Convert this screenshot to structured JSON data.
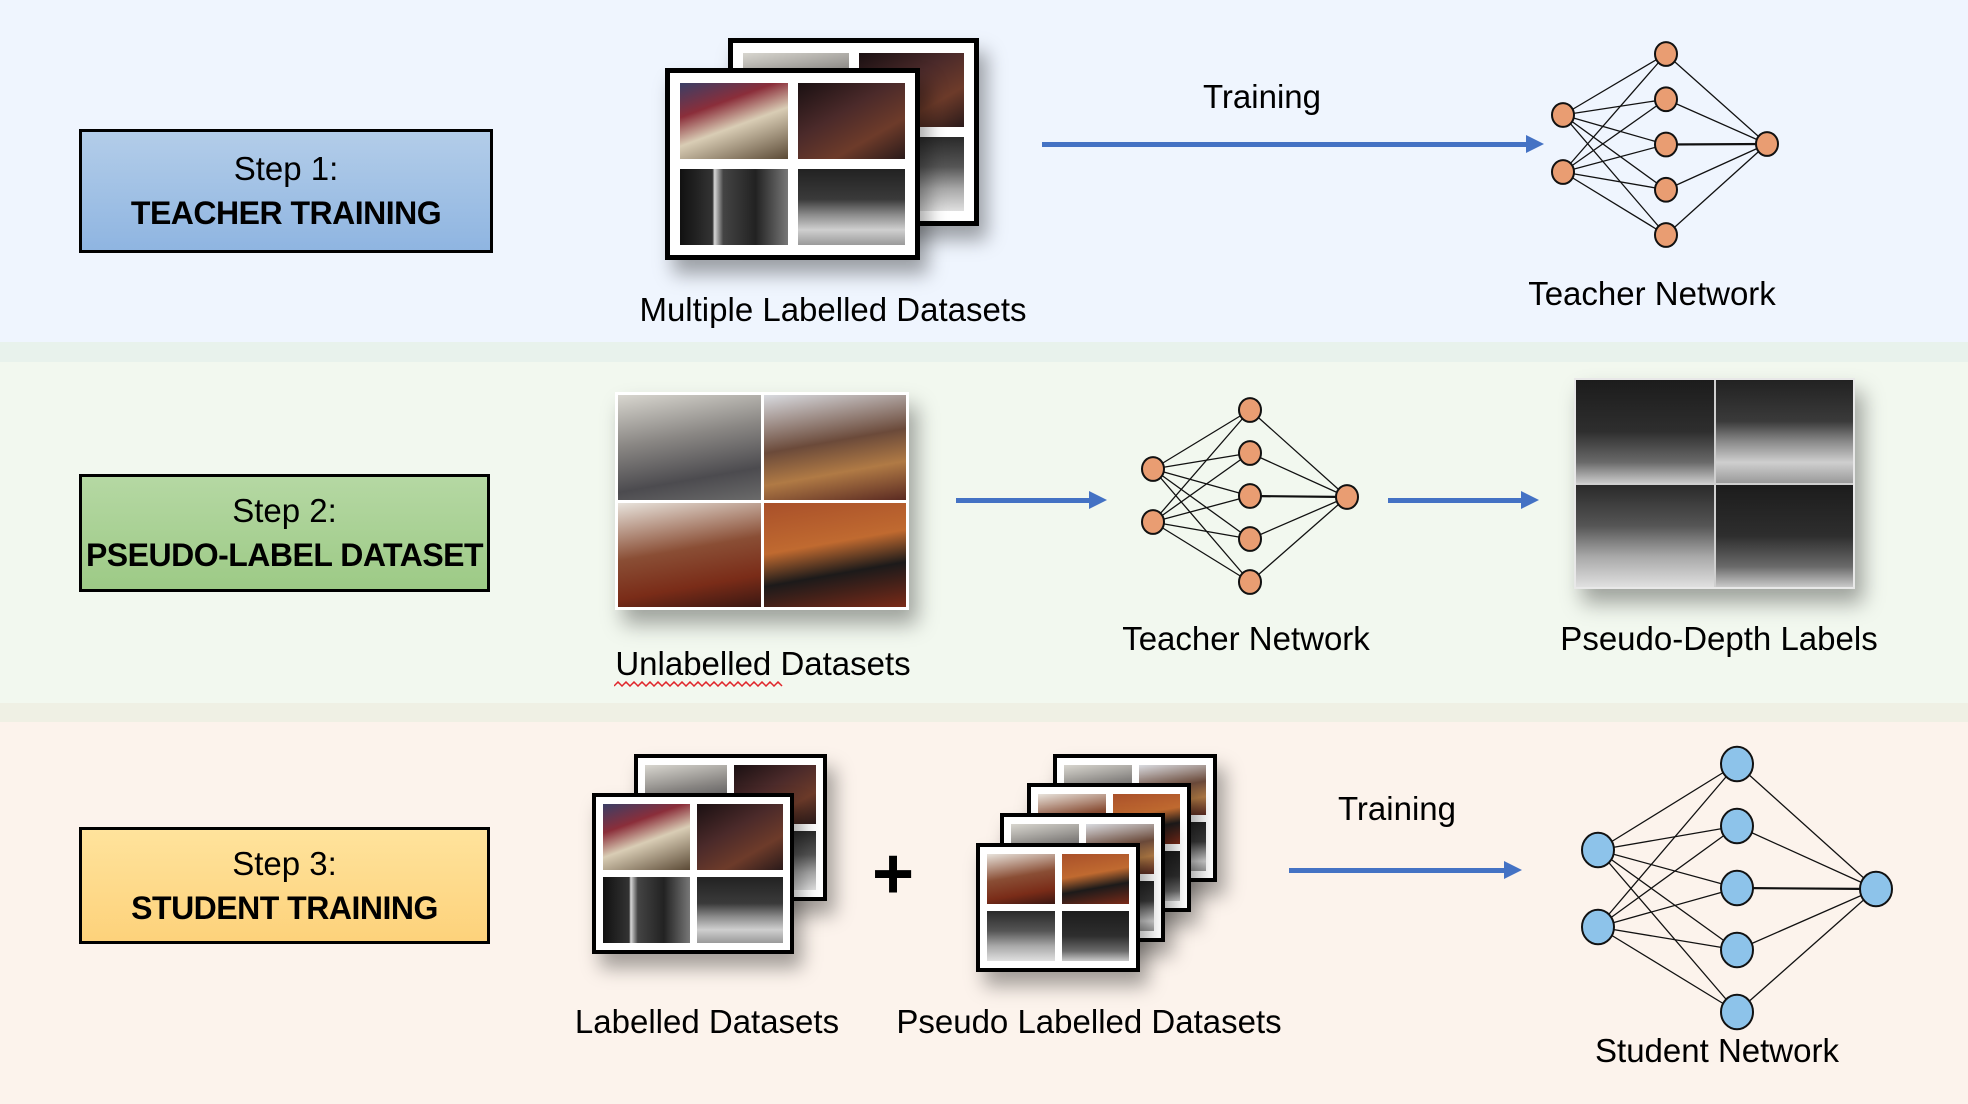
{
  "colors": {
    "arrow": "#4472c4",
    "teacher_node": "#e99d72",
    "student_node": "#8dc3ea",
    "step1_box": "#9fc0e6",
    "step2_box": "#a8d193",
    "step3_box": "#fedb8b"
  },
  "steps": [
    {
      "step_label": "Step 1:",
      "title": "TEACHER TRAINING",
      "inputs_label": "Multiple Labelled Datasets",
      "arrow_label": "Training",
      "network_label": "Teacher Network",
      "network_icon": "neural-network-icon"
    },
    {
      "step_label": "Step 2:",
      "title": "PSEUDO-LABEL DATASET",
      "inputs_label": "Unlabelled Datasets",
      "network_label": "Teacher Network",
      "outputs_label": "Pseudo-Depth Labels",
      "network_icon": "neural-network-icon"
    },
    {
      "step_label": "Step 3:",
      "title": "STUDENT TRAINING",
      "inputs_label": "Labelled Datasets",
      "combine_symbol": "+",
      "inputs2_label": "Pseudo Labelled Datasets",
      "arrow_label": "Training",
      "network_label": "Student Network",
      "network_icon": "neural-network-icon"
    }
  ],
  "network_structure": {
    "input_nodes": 2,
    "hidden_nodes": 5,
    "output_nodes": 1
  }
}
